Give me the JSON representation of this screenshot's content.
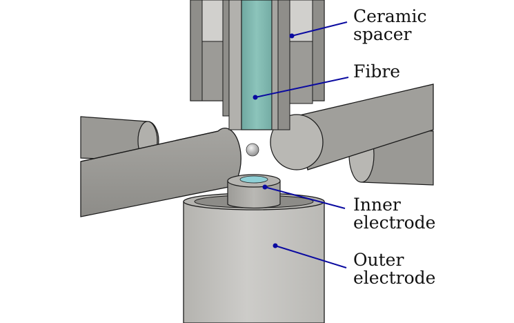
{
  "labels": {
    "ceramic_spacer": [
      "Ceramic",
      "spacer"
    ],
    "fibre": [
      "Fibre"
    ],
    "inner_electrode": [
      "Inner",
      "electrode"
    ],
    "outer_electrode": [
      "Outer",
      "electrode"
    ]
  },
  "colors": {
    "leader_line": "#0a0aa0",
    "metal_light": "#c9c9c7",
    "metal_mid": "#a9a8a4",
    "metal_dark": "#7d7c78",
    "fibre": "#7fb8b0",
    "outline": "#1a1a1a"
  }
}
